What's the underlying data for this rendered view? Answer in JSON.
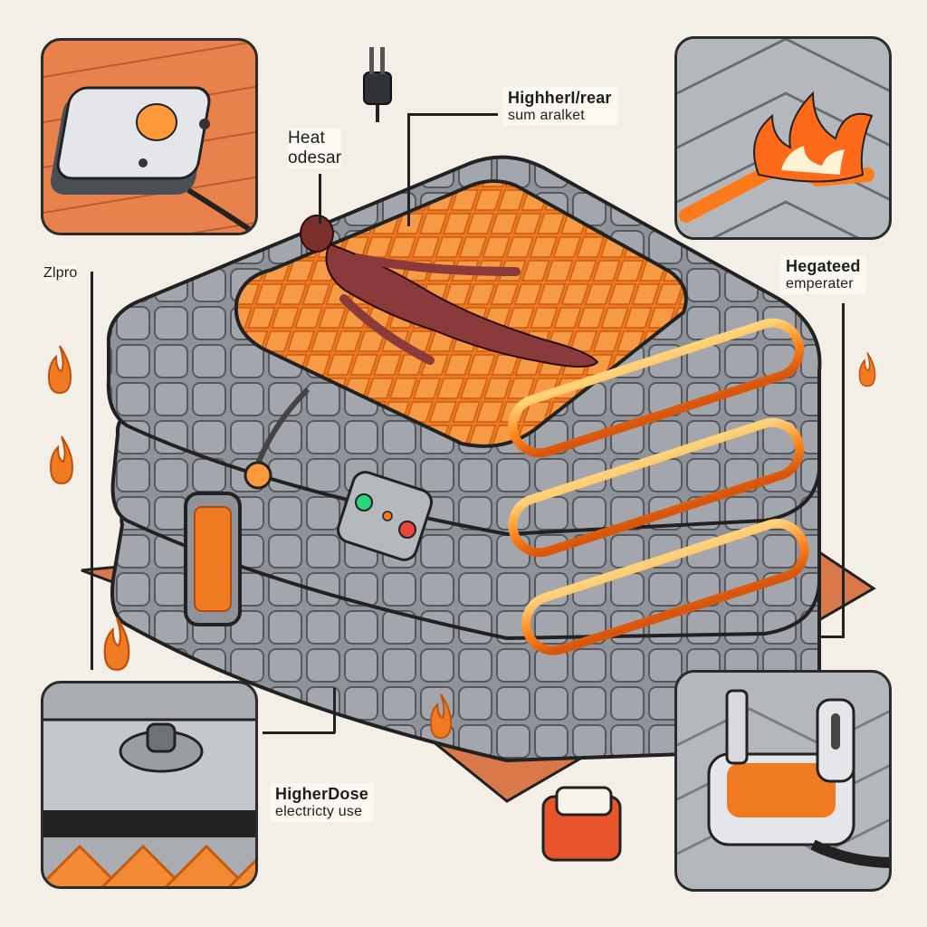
{
  "labels": {
    "heat": {
      "line1": "Heat",
      "line2": "odesar"
    },
    "top_right": {
      "line1": "HighherI/rear",
      "line2": "sum aralket"
    },
    "left": {
      "text": "Zlpro"
    },
    "right": {
      "line1": "Hegateed",
      "line2": "emperater"
    },
    "bottom": {
      "line1": "HigherDose",
      "line2": "electricty use"
    }
  },
  "colors": {
    "background": "#f3efe6",
    "blanket_gray": "#8f9399",
    "heat_orange": "#f07a22",
    "glow": "#ffb347",
    "outline": "#222222",
    "wood": "#e9814c"
  },
  "icons": {
    "plug": "plug-icon",
    "flame": "flame-icon",
    "controller": "controller-icon",
    "power_adapter": "power-adapter-icon"
  }
}
